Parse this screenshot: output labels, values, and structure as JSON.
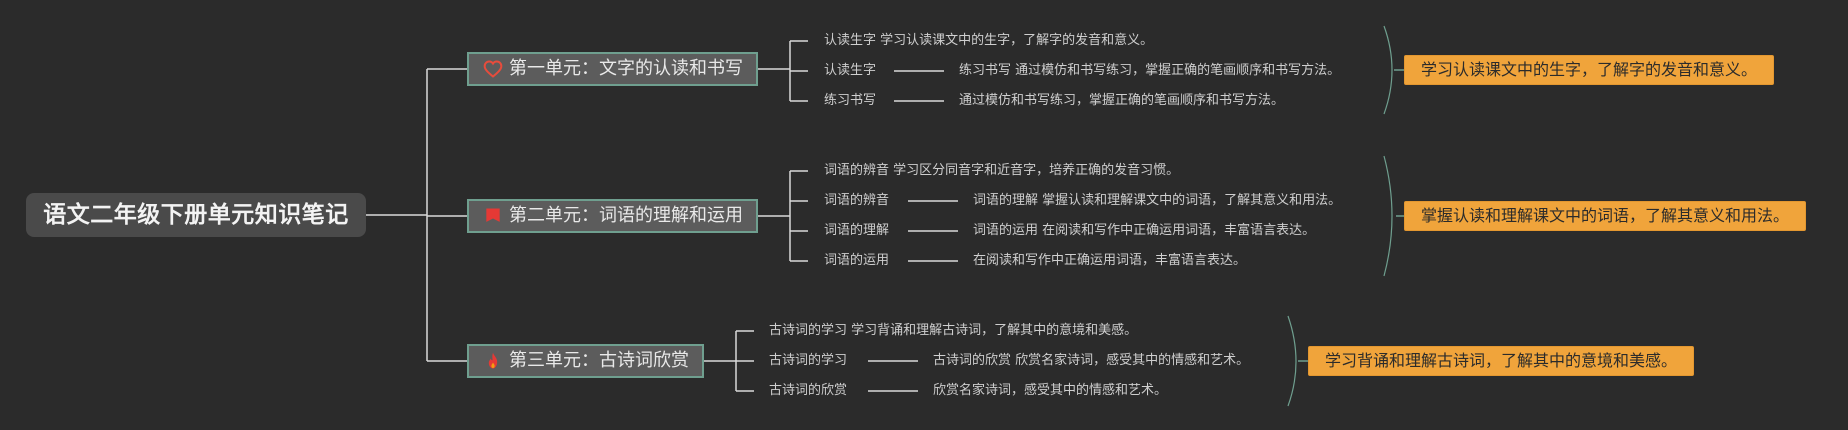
{
  "title": "语文二年级下册单元知识笔记",
  "units": [
    {
      "label": "第一单元：文字的认读和书写",
      "icon": "heart-icon",
      "iconColor": "#e74c3c",
      "leaves": [
        [
          "认读生字 学习认读课文中的生字，了解字的发音和意义。"
        ],
        [
          "认读生字",
          "练习书写 通过模仿和书写练习，掌握正确的笔画顺序和书写方法。"
        ],
        [
          "练习书写",
          "通过模仿和书写练习，掌握正确的笔画顺序和书写方法。"
        ]
      ],
      "summary": "学习认读课文中的生字，了解字的发音和意义。"
    },
    {
      "label": "第二单元：词语的理解和运用",
      "icon": "flag-icon",
      "iconColor": "#e53935",
      "leaves": [
        [
          "词语的辨音 学习区分同音字和近音字，培养正确的发音习惯。"
        ],
        [
          "词语的辨音",
          "词语的理解 掌握认读和理解课文中的词语，了解其意义和用法。"
        ],
        [
          "词语的理解",
          "词语的运用 在阅读和写作中正确运用词语，丰富语言表达。"
        ],
        [
          "词语的运用",
          "在阅读和写作中正确运用词语，丰富语言表达。"
        ]
      ],
      "summary": "掌握认读和理解课文中的词语，了解其意义和用法。"
    },
    {
      "label": "第三单元：古诗词欣赏",
      "icon": "fire-icon",
      "iconColor": "#e53935",
      "leaves": [
        [
          "古诗词的学习 学习背诵和理解古诗词，了解其中的意境和美感。"
        ],
        [
          "古诗词的学习",
          "古诗词的欣赏 欣赏名家诗词，感受其中的情感和艺术。"
        ],
        [
          "古诗词的欣赏",
          "欣赏名家诗词，感受其中的情感和艺术。"
        ]
      ],
      "summary": "学习背诵和理解古诗词，了解其中的意境和美感。"
    }
  ]
}
